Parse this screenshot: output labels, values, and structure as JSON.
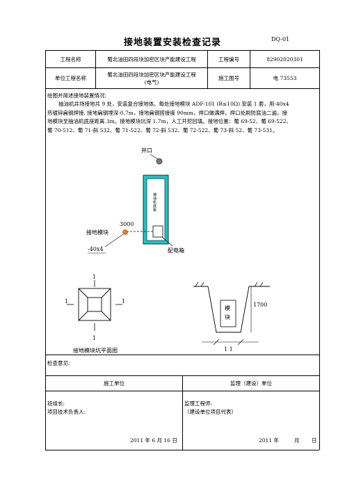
{
  "doc": {
    "title": "接地装置安装检查记录",
    "code": "DQ-01"
  },
  "header": {
    "project_name_label": "工程名称",
    "project_name_value": "葡北油田四段块加密区块产能建设工程",
    "project_no_label": "工程编号",
    "project_no_value": "82902020301",
    "unit_project_label": "单位工程名称",
    "unit_project_value_line1": "葡北油田四段块加密区块产能建设工程",
    "unit_project_value_line2": "(电气)",
    "drawing_no_label": "施工图号",
    "drawing_no_value": "电 73553"
  },
  "description": {
    "heading": "绘图并简述接地装置情况:",
    "line1": "抽油机井场接地共 9 处，安装复合接地体。每处接地模块 ADF-101 (R≤10Ω) 安装 1 套，用-40x4",
    "line2": "热镀锌扁钢焊接, 接地扁钢埋深-0.7m，接地扁钢搭接度 90mm，焊口做满焊，焊口处刷防腐油二遍，接",
    "line3": "地模块至抽油机底座距离 3m。接地模块坑深 1.7m，人工开挖回填。接地位置：葡 69-52、葡 69-522、",
    "line4": "葡 70-512、葡 71-斜 532、葡 71-522、葡 72-斜 532、葡 72-522、葡 73-斜 52、葡 73-531。"
  },
  "diagram": {
    "well_mouth": "井口",
    "pump_unit": "抽油机底座",
    "distance": "3000",
    "ground_module": "接地模块",
    "flat_steel": "-40x4",
    "distribution_box": "配电箱",
    "section_mark": "1",
    "plan_caption": "接地模块坑平面图",
    "module_char1": "模",
    "module_char2": "块",
    "depth": "1700",
    "section_caption": "1 1"
  },
  "inspection": {
    "label": "检查意见:"
  },
  "signatures": {
    "construction_unit": "施工单位",
    "supervision_unit": "监理（建设）单位",
    "team_leader": "班组长:",
    "tech_leader": "项目技术负责人:",
    "supervisor": "监理工程师:",
    "owner_rep": "（建设单位项目代表）",
    "date_left": "2011 年  6 月 16 日",
    "date_right_year": "2011 年",
    "date_right_month": "月",
    "date_right_day": "日"
  }
}
